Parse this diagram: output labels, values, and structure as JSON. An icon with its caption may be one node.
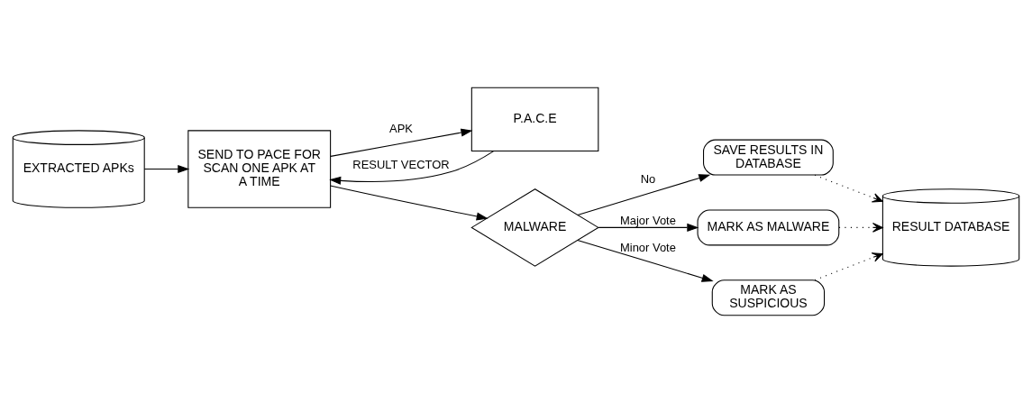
{
  "diagram": {
    "nodes": [
      {
        "text": [
          "EXTRACTED APKs"
        ]
      },
      {
        "text": [
          "SEND TO PACE FOR SCAN ONE APK AT A TIME"
        ]
      },
      {
        "text": [
          "P.A.C.E"
        ]
      },
      {
        "text": [
          "MALWARE"
        ]
      },
      {
        "text": [
          "SAVE RESULTS IN DATABASE"
        ]
      },
      {
        "text": [
          "MARK AS MALWARE"
        ]
      },
      {
        "text": [
          "MARK AS SUSPICIOUS"
        ]
      },
      {
        "text": [
          "RESULT DATABASE"
        ]
      }
    ],
    "edges": [
      {
        "from": 0,
        "to": 1,
        "arrow": "to"
      },
      {
        "from": 1,
        "to": 2,
        "arrow": "to",
        "label": "APK"
      },
      {
        "from": 2,
        "to": 1,
        "arrow": "to",
        "label": "RESULT VECTOR"
      },
      {
        "from": 1,
        "to": 3,
        "arrow": "to"
      },
      {
        "from": 3,
        "to": 4,
        "arrow": "to",
        "label": "No"
      },
      {
        "from": 3,
        "to": 5,
        "arrow": "to",
        "label": "Major Vote"
      },
      {
        "from": 3,
        "to": 6,
        "arrow": "to",
        "label": "Minor Vote"
      },
      {
        "from": 4,
        "to": 7,
        "arrow": "to",
        "style": "dashed"
      },
      {
        "from": 5,
        "to": 7,
        "arrow": "to",
        "style": "dashed"
      },
      {
        "from": 6,
        "to": 7,
        "arrow": "to",
        "style": "dashed"
      }
    ]
  }
}
